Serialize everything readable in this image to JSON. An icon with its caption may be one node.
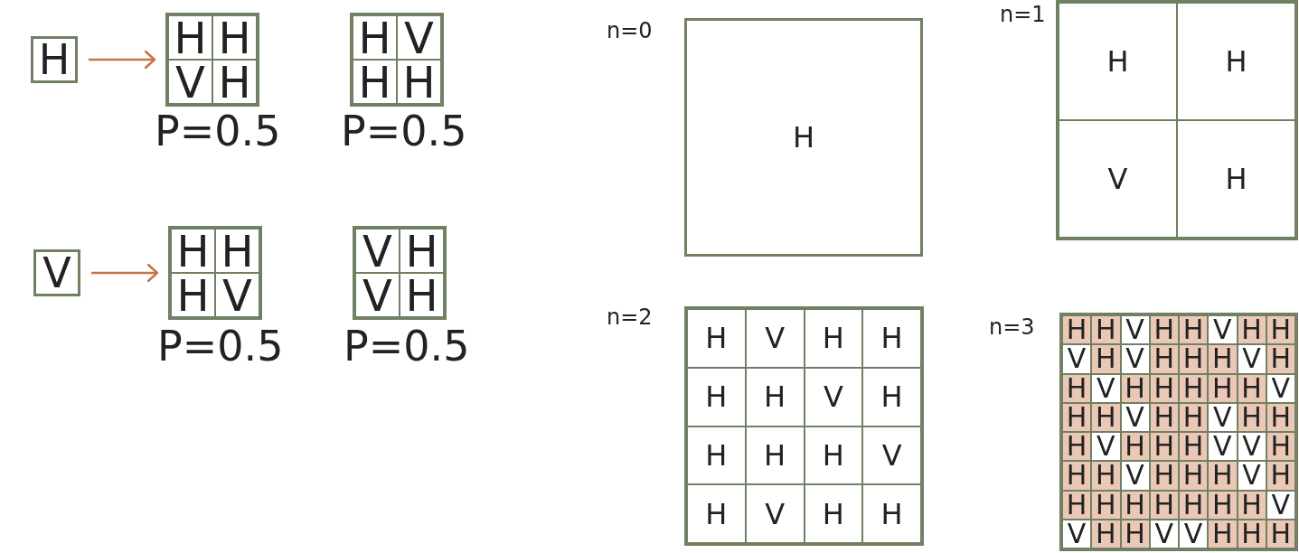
{
  "diagram": {
    "nodes": [
      {
        "text": [
          "H"
        ]
      },
      {
        "text": [],
        "shape": "box",
        "beside": [
          "P=0.5"
        ]
      },
      {
        "text": [
          "H"
        ],
        "in": 1
      },
      {
        "text": [
          "H"
        ],
        "in": 1
      },
      {
        "text": [
          "V"
        ],
        "in": 1
      },
      {
        "text": [
          "H"
        ],
        "in": 1
      },
      {
        "text": [],
        "shape": "box",
        "beside": [
          "P=0.5"
        ]
      },
      {
        "text": [
          "H"
        ],
        "in": 6
      },
      {
        "text": [
          "V"
        ],
        "in": 6
      },
      {
        "text": [
          "H"
        ],
        "in": 6
      },
      {
        "text": [
          "H"
        ],
        "in": 6
      },
      {
        "text": [
          "V"
        ]
      },
      {
        "text": [],
        "shape": "box",
        "beside": [
          "P=0.5"
        ]
      },
      {
        "text": [
          "H"
        ],
        "in": 12
      },
      {
        "text": [
          "H"
        ],
        "in": 12
      },
      {
        "text": [
          "H"
        ],
        "in": 12
      },
      {
        "text": [
          "V"
        ],
        "in": 12
      },
      {
        "text": [],
        "shape": "box",
        "beside": [
          "P=0.5"
        ]
      },
      {
        "text": [
          "V"
        ],
        "in": 17
      },
      {
        "text": [
          "H"
        ],
        "in": 17
      },
      {
        "text": [
          "V"
        ],
        "in": 17
      },
      {
        "text": [
          "H"
        ],
        "in": 17
      },
      {
        "text": [
          "H"
        ],
        "beside": [
          "n=0"
        ]
      },
      {
        "text": [],
        "shape": "box",
        "beside": [
          "n=1"
        ]
      },
      {
        "text": [
          "H"
        ],
        "in": 23
      },
      {
        "text": [
          "H"
        ],
        "in": 23
      },
      {
        "text": [
          "V"
        ],
        "in": 23
      },
      {
        "text": [
          "H"
        ],
        "in": 23
      },
      {
        "text": [],
        "shape": "box",
        "beside": [
          "n=2"
        ]
      },
      {
        "text": [
          "H"
        ],
        "in": 28
      },
      {
        "text": [
          "V"
        ],
        "in": 28
      },
      {
        "text": [
          "H"
        ],
        "in": 28
      },
      {
        "text": [
          "H"
        ],
        "in": 28
      },
      {
        "text": [
          "H"
        ],
        "in": 28
      },
      {
        "text": [
          "H"
        ],
        "in": 28
      },
      {
        "text": [
          "V"
        ],
        "in": 28
      },
      {
        "text": [
          "H"
        ],
        "in": 28
      },
      {
        "text": [
          "H"
        ],
        "in": 28
      },
      {
        "text": [
          "H"
        ],
        "in": 28
      },
      {
        "text": [
          "H"
        ],
        "in": 28
      },
      {
        "text": [
          "V"
        ],
        "in": 28
      },
      {
        "text": [
          "H"
        ],
        "in": 28
      },
      {
        "text": [
          "V"
        ],
        "in": 28
      },
      {
        "text": [
          "H"
        ],
        "in": 28
      },
      {
        "text": [
          "H"
        ],
        "in": 28
      },
      {
        "text": [],
        "shape": "box",
        "beside": [
          "n=3"
        ]
      },
      {
        "text": [
          "H"
        ],
        "in": 45
      },
      {
        "text": [
          "H"
        ],
        "in": 45
      },
      {
        "text": [
          "V"
        ],
        "in": 45
      },
      {
        "text": [
          "H"
        ],
        "in": 45
      },
      {
        "text": [
          "H"
        ],
        "in": 45
      },
      {
        "text": [
          "V"
        ],
        "in": 45
      },
      {
        "text": [
          "H"
        ],
        "in": 45
      },
      {
        "text": [
          "H"
        ],
        "in": 45
      },
      {
        "text": [
          "V"
        ],
        "in": 45
      },
      {
        "text": [
          "H"
        ],
        "in": 45
      },
      {
        "text": [
          "V"
        ],
        "in": 45
      },
      {
        "text": [
          "H"
        ],
        "in": 45
      },
      {
        "text": [
          "H"
        ],
        "in": 45
      },
      {
        "text": [
          "H"
        ],
        "in": 45
      },
      {
        "text": [
          "V"
        ],
        "in": 45
      },
      {
        "text": [
          "H"
        ],
        "in": 45
      },
      {
        "text": [
          "H"
        ],
        "in": 45
      },
      {
        "text": [
          "V"
        ],
        "in": 45
      },
      {
        "text": [
          "H"
        ],
        "in": 45
      },
      {
        "text": [
          "H"
        ],
        "in": 45
      },
      {
        "text": [
          "H"
        ],
        "in": 45
      },
      {
        "text": [
          "H"
        ],
        "in": 45
      },
      {
        "text": [
          "H"
        ],
        "in": 45
      },
      {
        "text": [
          "V"
        ],
        "in": 45
      },
      {
        "text": [
          "H"
        ],
        "in": 45
      },
      {
        "text": [
          "H"
        ],
        "in": 45
      },
      {
        "text": [
          "V"
        ],
        "in": 45
      },
      {
        "text": [
          "H"
        ],
        "in": 45
      },
      {
        "text": [
          "H"
        ],
        "in": 45
      },
      {
        "text": [
          "V"
        ],
        "in": 45
      },
      {
        "text": [
          "H"
        ],
        "in": 45
      },
      {
        "text": [
          "H"
        ],
        "in": 45
      },
      {
        "text": [
          "H"
        ],
        "in": 45
      },
      {
        "text": [
          "V"
        ],
        "in": 45
      },
      {
        "text": [
          "H"
        ],
        "in": 45
      },
      {
        "text": [
          "H"
        ],
        "in": 45
      },
      {
        "text": [
          "H"
        ],
        "in": 45
      },
      {
        "text": [
          "V"
        ],
        "in": 45
      },
      {
        "text": [
          "V"
        ],
        "in": 45
      },
      {
        "text": [
          "H"
        ],
        "in": 45
      },
      {
        "text": [
          "H"
        ],
        "in": 45
      },
      {
        "text": [
          "H"
        ],
        "in": 45
      },
      {
        "text": [
          "V"
        ],
        "in": 45
      },
      {
        "text": [
          "H"
        ],
        "in": 45
      },
      {
        "text": [
          "H"
        ],
        "in": 45
      },
      {
        "text": [
          "H"
        ],
        "in": 45
      },
      {
        "text": [
          "V"
        ],
        "in": 45
      },
      {
        "text": [
          "H"
        ],
        "in": 45
      },
      {
        "text": [
          "H"
        ],
        "in": 45
      },
      {
        "text": [
          "H"
        ],
        "in": 45
      },
      {
        "text": [
          "H"
        ],
        "in": 45
      },
      {
        "text": [
          "H"
        ],
        "in": 45
      },
      {
        "text": [
          "H"
        ],
        "in": 45
      },
      {
        "text": [
          "H"
        ],
        "in": 45
      },
      {
        "text": [
          "H"
        ],
        "in": 45
      },
      {
        "text": [
          "V"
        ],
        "in": 45
      },
      {
        "text": [
          "V"
        ],
        "in": 45
      },
      {
        "text": [
          "H"
        ],
        "in": 45
      },
      {
        "text": [
          "H"
        ],
        "in": 45
      },
      {
        "text": [
          "V"
        ],
        "in": 45
      },
      {
        "text": [
          "V"
        ],
        "in": 45
      },
      {
        "text": [
          "H"
        ],
        "in": 45
      },
      {
        "text": [
          "H"
        ],
        "in": 45
      },
      {
        "text": [
          "H"
        ],
        "in": 45
      }
    ],
    "edges": [
      {
        "from": 0,
        "to": 1,
        "arrow": "to"
      },
      {
        "from": 11,
        "to": 12,
        "arrow": "to"
      }
    ]
  }
}
